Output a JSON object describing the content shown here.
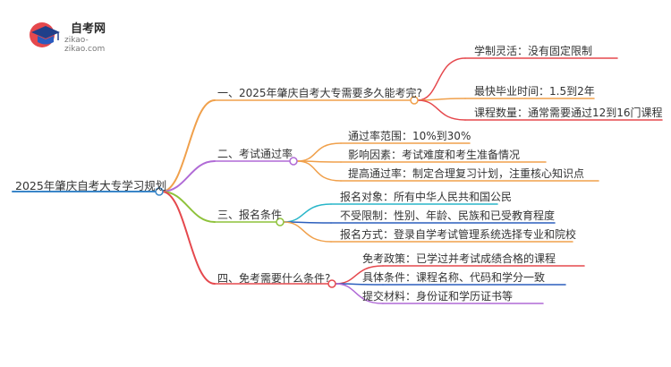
{
  "logo": {
    "title": "自考网",
    "subtitle": "zikao-zikao.com"
  },
  "root": "2025年肇庆自考大专学习规划",
  "branches": [
    {
      "label": "一、2025年肇庆自考大专需要多久能考完?",
      "color": "#f0a04b",
      "children": [
        "学制灵活：没有固定限制",
        "最快毕业时间：1.5到2年",
        "课程数量：通常需要通过12到16门课程"
      ]
    },
    {
      "label": "二、考试通过率",
      "color": "#b06ad6",
      "children": [
        "通过率范围：10%到30%",
        "影响因素：考试难度和考生准备情况",
        "提高通过率：制定合理复习计划，注重核心知识点"
      ]
    },
    {
      "label": "三、报名条件",
      "color": "#8ec23a",
      "children": [
        "报名对象：所有中华人民共和国公民",
        "不受限制：性别、年龄、民族和已受教育程度",
        "报名方式：登录自学考试管理系统选择专业和院校"
      ]
    },
    {
      "label": "四、免考需要什么条件?",
      "color": "#e5484d",
      "children": [
        "免考政策：已学过并考试成绩合格的课程",
        "具体条件：课程名称、代码和学分一致",
        "提交材料：身份证和学历证书等"
      ]
    }
  ],
  "colors": {
    "root_line": "#3a86c8",
    "leaf_lines": [
      [
        "#e5484d",
        "#f0a04b",
        "#e5484d"
      ],
      [
        "#f0a04b",
        "#f0a04b",
        "#f0a04b"
      ],
      [
        "#29b6c9",
        "#2c5fbd",
        "#f0a04b"
      ],
      [
        "#e5484d",
        "#2c5fbd",
        "#b06ad6"
      ]
    ]
  }
}
